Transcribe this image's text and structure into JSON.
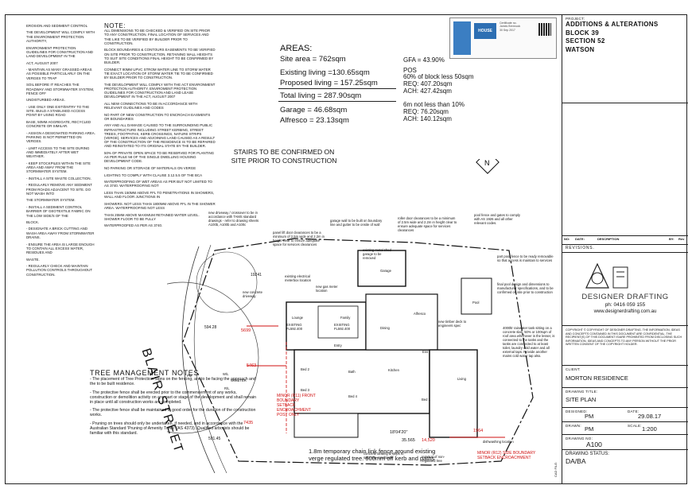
{
  "left_column": [
    "EROSION AND SEDIMENT CONTROL",
    "THE DEVELOPMENT WILL COMPLY WITH THE ENVIRONMENT PROTECTION AUTHORITY,",
    "ENVIRONMENT PROTECTION GUIDELINES FOR CONSTRUCTION AND LAND DEVELOPMENT IN THE",
    "ACT, AUGUST 2007",
    "- MAINTAIN AS MANY GRASSED AREAS AS POSSIBLE PARTICULARLY ON THE VERGES TO TRAP",
    "SOIL BEFORE IT REACHES THE ROADWAY AND STORMWATER SYSTEM, FENCE OFF",
    "UNDISTURBED AREAS.",
    "- USE ONLY ONE EXIT/ENTRY TO THE SITE. BUILD A STABILISED ACCESS POINT BY USING ROAD",
    "BASE, 50MM AGGREGATE, RECYCLED CONCRETE OR SIMILAR.",
    "- ASSIGN A DESIGNATED PARKING AREA. PARKING IS NOT PERMITTED ON VERGES.",
    "- LIMIT ACCESS TO THE SITE DURING AND IMMEDIATELY AFTER WET WEATHER.",
    "- KEEP STOCKPILES WITHIN THE SITE AREA AND AWAY FROM THE STORMWATER SYSTEM.",
    "- INSTALL A SITE WASTE COLLECTION.",
    "- REGULARLY REMOVE ANY SEDIMENT FROM ROADS ADJACENT TO SITE. DO NOT WASH INTO",
    "THE STORMWATER SYSTEM.",
    "- INSTALL A SEDIMENT CONTROL BARRIER OF GEOTEXTILE FABRIC ON THE LOW SIDE/S OF THE",
    "BLOCK.",
    "- DESIGNATE A BRICK CUTTING AND WASH AREA AWAY FROM STORMWATER DRAINS.",
    "- ENSURE THE AREA IS LARGE ENOUGH TO CONTAIN ALL EXCESS WATER, RESIDUES AND",
    "WASTE.",
    "- REGULARLY CHECK AND MAINTAIN POLLUTION CONTROLS THROUGHOUT CONSTRUCTION."
  ],
  "notes": {
    "heading": "NOTE:",
    "items": [
      "ALL DIMENSIONS TO BE CHECKED & VERIFIED ON SITE PRIOR TO ANY CONSTRUCTION. FINAL LOCATION OF SERVICES AND THE LIKE TO BE VERIFIED BY BUILDER PRIOR TO CONSTRUCTION.",
      "BLOCK BOUNDARIES & CONTOURS EASEMENTS TO BE VERIFIED ON SITE PRIOR TO CONSTRUCTION. RETAINING WALL HEIGHTS TO SUIT SITE CONDITIONS FINAL HEIGHT TO BE CONFIRMED BY BUILDER.",
      "CONNECT 90mm UPVC STROM WATER LINE TO STORM WATER TIE EXACT LOCATION OF STORM WATER TIE TO BE CONFIRMED BY BUILDER PRIOR TO CONSTRUCTION.",
      "THE DEVELOPMENT WILL COMPLY WITH THE ACT ENVIRONMENT PROTECTION AUTHORITY, ENVIROMENT PROTECTION GUIDELINES FOR CONSTRUCTION AND LAND LEASE DEVELOPMENT IN THE ACT, AUGUST 2007",
      "ALL NEW CONNECTIONS TO BE IN ACCORDANCE WITH RELEVANT GUIDLINES AND CODES",
      "NO PART OF NEW CONSTRUCTION TO ENCROACH EASMENTS OR BOUNDARIES",
      "Any and all damage caused to the surrounding public infrastructure including street kerbing, street trees, footpaths, kerb crossings, nature strips (verge), services and adjoining land caused as a result of the construction of the residence is to be repaired and reinstated to its original state by the builder.",
      "50% OF PRIVATE OPEN SPACE TO BE RESERVED FOR PLANTING AS PER RULE 58 OF THE SINGLE DWELLING HOUSING DEVELOPMENT CODE.",
      "NO PARKING OR STORAGE OF MATERIALS ON VERGE",
      "LIGHTING TO COMPLY WITH CLAUSE 3.12.5.5 OF THE BCA",
      "WATERPROOFING OF WET AREAS AS PER BUT NOT LIMITED TO AS 3740. WATERPROOFING NOT",
      "LESS THAN 150MM ABOVE FFL TO PENETRATIONS IN SHOWERS, WALL AND FLOOR JUNCTIONS IN",
      "SHOWERS. NOT LESS THAN 1800MM ABOVE FFL IN THE SHOWER AREA. WATERPROOFING NOT LESS",
      "THAN 25MM ABOVE MAXIMUM RETAINED WATER LEVEL. SHOWER FLOOR TO BE FULLY",
      "WATERPROOFED AS PER AS 3740."
    ]
  },
  "areas": {
    "heading": "AREAS:",
    "site_area": "Site area = 762sqm",
    "gfa": "GFA = 43.90%",
    "existing_living": "Existing living =130.65sqm",
    "proposed_living": "Proposed living = 157.25sqm",
    "total_living": "Total living = 287.90sqm",
    "pos_heading": "POS",
    "pos_rule": "60% of block less 50sqm",
    "pos_req": "REQ:  407.20sqm",
    "pos_ach": "ACH:  427.42sqm",
    "garage": "Garage = 46.68sqm",
    "alfresco": "Alfresco = 23.13sqm",
    "rule2": "6m not less than 10%",
    "rule2_req": "REQ:  76.20sqm",
    "rule2_ach": "ACH:  140.12sqm"
  },
  "stairs_note": [
    "STAIRS TO BE CONFIRMED ON",
    "SITE PRIOR TO CONSTRUCTION"
  ],
  "tree_notes": {
    "heading": "TREE MANAGEMENT NOTES",
    "items": [
      "- The placement of Tree Protection Signs on the fencing, are to be facing the approach and the to be built residence.",
      "- The protective fence shall be erected prior to the commencement of any works, construction or demolition activity on any part or stage of the development and shall remain in place until all construction works are completed.",
      "- The protective fence shall be maintained in good order for the duration of the construction works.",
      "- Pruning on trees should only be undertaken, if needed, and in accordance with the Australian Standard 'Pruning of Amenity Trees' (AS 4373). Qualified arborists should be familiar with this standard."
    ]
  },
  "verge_note": [
    "1.8m temporary chain link fence around existing",
    "verge regulated tree. 600mm off kerb and paths"
  ],
  "plan_labels": {
    "street": "BLAIR STREET",
    "existing1": "EXISTING",
    "existing1_fl": "FL592.400",
    "existing2": "EXISTING",
    "existing2_fl": "FL592.400",
    "lounge": "Lounge",
    "family": "Family",
    "dining": "Dining",
    "alfresco": "Alfresco",
    "garage": "Garage",
    "kitchen": "Kitchen",
    "living": "Living",
    "bed1": "Bed 1",
    "bed2": "Bed 2",
    "bed3": "Bed 3",
    "bed4": "Bed 4",
    "pool": "Pool",
    "entry": "Entry",
    "ens": "Ens",
    "bath": "Bath",
    "minor_setback": "MINOR (R11) FRONT BOUNDARY SETBACK ENCROACHMENT POST ONLY",
    "minor_side": "MINOR (R12) SIDE BOUNDARY SETBACK ENCROACHMENT",
    "dim1": "5699",
    "dim2": "5463",
    "dim3": "7435",
    "dim4": "35.565",
    "dim5": "14,520",
    "dim6": "18'04'20\"",
    "dim7": "1964",
    "dim8": "19241",
    "dim9": "594.28",
    "dim10": "591.45",
    "new_driveway": "new driveway / crossover to be in accordance with TAMS standard drawings - refer to drawing sheets A100b, A100b and A100c",
    "panel_lift": "panel lift door clearances to be a minimum of 2.5m wide and 2.2m in height clear to ensure adequate space for services clearances",
    "new_concrete": "new concrete driveway",
    "existing_elec": "existing electrical meterbox location",
    "new_gas": "new gas meter location",
    "garage_wall": "garage wall to be built on boundary line and gutter to be onsite of wall",
    "existing_shed": "existing metal shed garage to be removed",
    "roller_door": "roller door clearances to be a minimum of 2.5m wide and 2.2m in height clear to ensure adequate space for services clearances",
    "pool_fence": "pool fence and gates to comply with AS 1926 and all other relevant codes.",
    "part_pool": "part pool fence to be ready removable so that access is maintain to services",
    "final_pool": "final pool design and dimensions to manufacturer specifications, and to be confirmed on site prior to construction",
    "tank": "4000ltr rainwater tank sitting on a concrete slab. 50% or 100sqm of roof area whichever is the lesser, is connected to the tanks and the tanks are connected to at least toilet, laundry cold water and all external taps. Provide another mains cold water tap also.",
    "timber_deck": "new timber deck to engineers spec",
    "landscaping": "concrete landing & steps to suits site conditions",
    "removal": "removal of non-regulated tree",
    "dishwashing": "dishwashing location",
    "wm": "W/METER",
    "wl": "W/L",
    "rl": "R/L",
    "pm": "PM"
  },
  "title_block": {
    "project_label": "PROJECT:",
    "project_lines": [
      "ADDITIONS & ALTERATIONS",
      "BLOCK 39",
      "SECTION 52",
      "WATSON"
    ],
    "rev_headers": [
      "NO:",
      "DATE:",
      "DESCRIPTION",
      "BY:",
      "Rev"
    ],
    "revisions": "REVISIONS.",
    "company": "DESIGNER DRAFTING",
    "phone": "ph: 0416 059 155",
    "web": "www.designerdrafting.com.au",
    "copyright": "COPYRIGHT © COPYRIGHT OF DESIGNER DRAFTING. THE INFORMATION, IDEAS AND CONCEPTS CONTAINED IN THIS DOCUMENT ARE CONFIDENTIAL. THE RECIPIENT(S) OF THIS DOCUMENT IS/ARE PROHIBITED FROM DISCLOSING SUCH INFORMATION, IDEAS AND CONCEPTS TO ANY PERSON WITHOUT THE PRIOR WRITTEN CONSENT OF THE COPYRIGHT HOLDER.",
    "client_label": "CLIENT:",
    "client": "MORTON RESIDENCE",
    "drawing_title_label": "DRAWING TITLE:",
    "drawing_title": "SITE PLAN",
    "designed_label": "DESIGNED:",
    "designed": "PM",
    "date_label": "DATE:",
    "date": "29.08.17",
    "drawn_label": "DRAWN:",
    "drawn": "PM",
    "scale_label": "SCALE:",
    "scale": "1:200",
    "drawing_no_label": "DRAWING NO:",
    "drawing_no": "A100",
    "status_label": "DRAWING STATUS:",
    "status": "DA/BA",
    "cad_file": "CAD FILE:"
  },
  "badge": {
    "title": "HOUSE",
    "cert": "Certificate no.",
    "assessor": "James Brennock",
    "date": "30 Sep 2017"
  }
}
